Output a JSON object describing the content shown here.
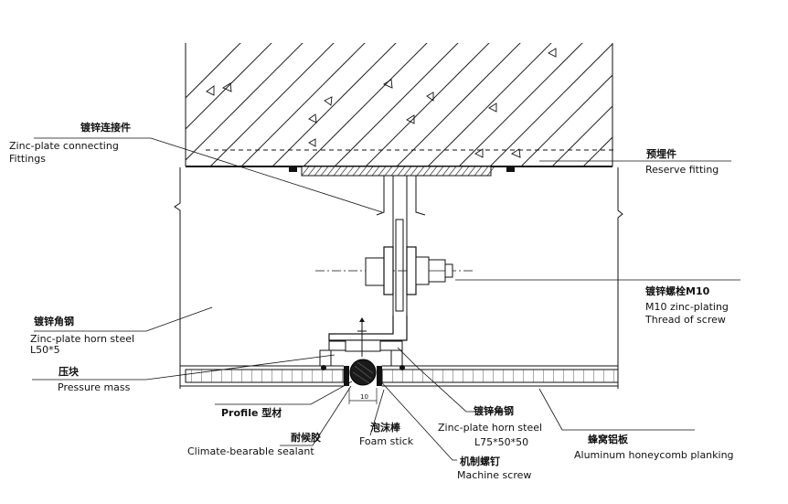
{
  "labels": {
    "connecting_cn": "镀锌连接件",
    "connecting_en1": "Zinc-plate connecting",
    "connecting_en2": "Fittings",
    "reserve_cn": "预埋件",
    "reserve_en": "Reserve fitting",
    "bolt_cn": "镀锌螺栓M10",
    "bolt_en1": "M10 zinc-plating",
    "bolt_en2": "Thread of screw",
    "angle1_cn": "镀锌角钢",
    "angle1_en": "Zinc-plate horn steel",
    "angle1_size": "L50*5",
    "pressure_cn": "压块",
    "pressure_en": "Pressure mass",
    "profile": "Profile  型材",
    "sealant_cn": "耐候胶",
    "sealant_en": "Climate-bearable sealant",
    "foam_cn": "泡沫棒",
    "foam_en": "Foam stick",
    "angle2_cn": "镀锌角钢",
    "angle2_en": "Zinc-plate horn steel",
    "angle2_size": "L75*50*50",
    "screw_cn": "机制螺钉",
    "screw_en": "Machine screw",
    "honeycomb_cn": "蜂窝铝板",
    "honeycomb_en": "Aluminum honeycomb planking",
    "gap_dim": "10"
  }
}
